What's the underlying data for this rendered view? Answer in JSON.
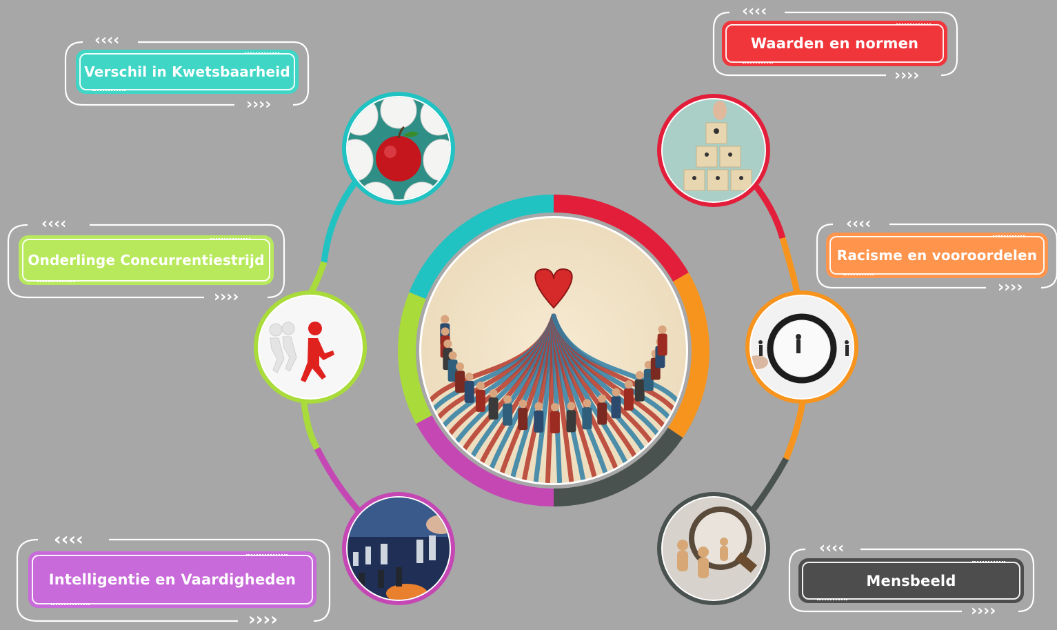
{
  "center": {
    "image_subject": "group of people in a circle holding hands around a heart with red and blue ribbons",
    "ring_colors": [
      "#e31e3a",
      "#f7941d",
      "#4a5250",
      "#c447b4",
      "#a9db3a",
      "#20c2c2"
    ]
  },
  "topics": [
    {
      "label": "Verschil in Kwetsbaarheid",
      "color": "#3fd6c6",
      "ring_color": "#20c2c2",
      "icon": "apple-among-eggs-icon"
    },
    {
      "label": "Onderlinge Concurrentiestrijd",
      "color": "#b8e95c",
      "ring_color": "#a9db3a",
      "icon": "running-figures-icon"
    },
    {
      "label": "Intelligentie en Vaardigheden",
      "color": "#c86ad9",
      "ring_color": "#c447b4",
      "icon": "chess-pieces-icon"
    },
    {
      "label": "Waarden en normen",
      "color": "#f0353b",
      "ring_color": "#e31e3a",
      "icon": "wooden-blocks-pyramid-icon"
    },
    {
      "label": "Racisme en vooroordelen",
      "color": "#ff944d",
      "ring_color": "#f7941d",
      "icon": "magnifying-glass-icon"
    },
    {
      "label": "Mensbeeld",
      "color": "#4d4d4d",
      "ring_color": "#4a5250",
      "icon": "wooden-figures-magnifier-icon"
    }
  ],
  "decor": {
    "left_arrows": "‹‹‹‹",
    "right_arrows": "››››"
  }
}
